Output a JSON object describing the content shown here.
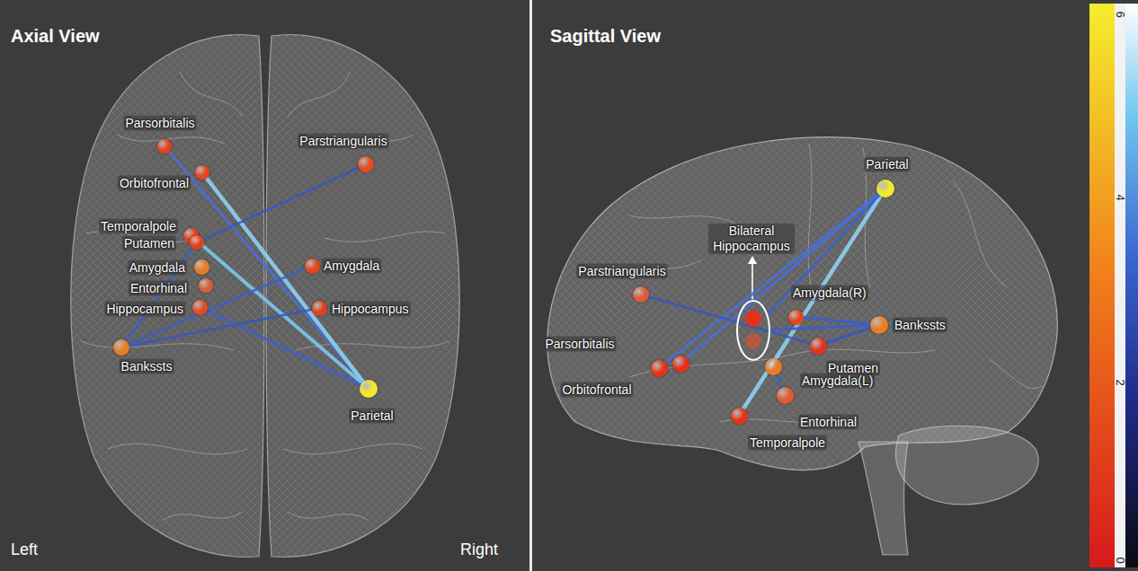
{
  "diagram": {
    "nodes": [
      {
        "text": [
          "Parsorbitalis"
        ]
      },
      {
        "text": [
          "Orbitofrontal"
        ]
      },
      {
        "text": [
          "Parstriangularis"
        ]
      },
      {
        "text": [
          "Temporalpole"
        ]
      },
      {
        "text": [
          "Putamen"
        ]
      },
      {
        "text": [
          "Amygdala"
        ]
      },
      {
        "text": [
          "Entorhinal"
        ]
      },
      {
        "text": [
          "Amygdala"
        ]
      },
      {
        "text": [
          "Hippocampus"
        ]
      },
      {
        "text": [
          "Hippocampus"
        ]
      },
      {
        "text": [
          "Bankssts"
        ]
      },
      {
        "text": [
          "Parietal"
        ]
      },
      {
        "text": [
          "Parietal"
        ]
      },
      {
        "text": [
          "Bilateral Hippocampus"
        ]
      },
      {
        "text": [
          "Parstriangularis"
        ]
      },
      {
        "text": [
          "Amygdala(R)"
        ]
      },
      {
        "text": [
          "Bankssts"
        ]
      },
      {
        "text": [
          "Parsorbitalis"
        ]
      },
      {
        "text": [
          "Putamen"
        ]
      },
      {
        "text": [
          "Amygdala(L)"
        ]
      },
      {
        "text": [
          "Orbitofrontal"
        ]
      },
      {
        "text": [
          "Entorhinal"
        ]
      },
      {
        "text": [
          "Temporalpole"
        ]
      }
    ],
    "edges": [
      {
        "from": 0,
        "to": 11,
        "arrow": "none"
      },
      {
        "from": 1,
        "to": 11,
        "arrow": "none"
      },
      {
        "from": 3,
        "to": 11,
        "arrow": "none"
      },
      {
        "from": 8,
        "to": 11,
        "arrow": "none"
      },
      {
        "from": 2,
        "to": 4,
        "arrow": "none"
      },
      {
        "from": 10,
        "to": 7,
        "arrow": "none"
      },
      {
        "from": 10,
        "to": 9,
        "arrow": "none"
      },
      {
        "from": 10,
        "to": 4,
        "arrow": "none"
      },
      {
        "from": 12,
        "to": 17,
        "arrow": "none"
      },
      {
        "from": 12,
        "to": 20,
        "arrow": "none"
      },
      {
        "from": 12,
        "to": 22,
        "arrow": "none"
      },
      {
        "from": 12,
        "to": 13,
        "arrow": "none"
      },
      {
        "from": 14,
        "to": 18,
        "arrow": "none"
      },
      {
        "from": 16,
        "to": 15,
        "arrow": "none"
      },
      {
        "from": 16,
        "to": 13,
        "arrow": "none"
      },
      {
        "from": 16,
        "to": 18,
        "arrow": "none"
      },
      {
        "from": 19,
        "to": 21,
        "arrow": "none"
      }
    ],
    "labels": [
      "Axial View",
      "Left",
      "Right",
      "Sagittal View",
      "6",
      "4",
      "2",
      "0"
    ]
  }
}
